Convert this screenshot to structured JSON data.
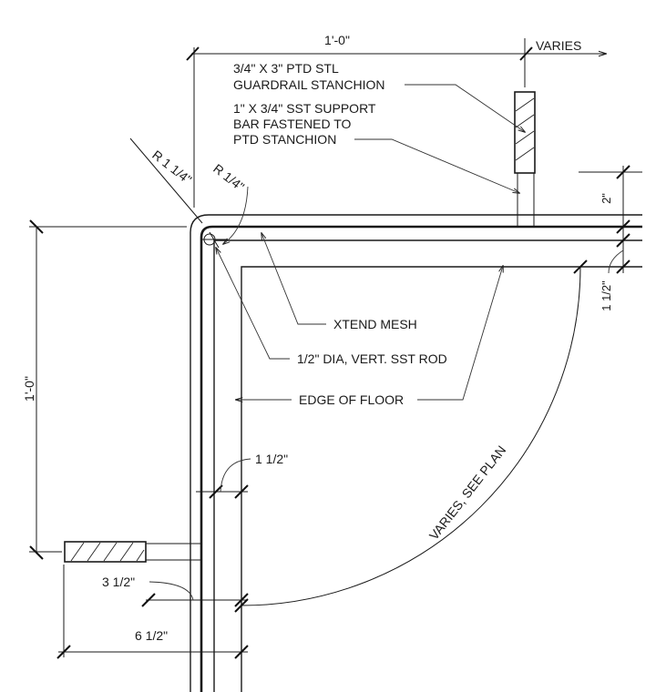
{
  "dimensions": {
    "top_width": "1'-0\"",
    "varies": "VARIES",
    "left_height": "1'-0\"",
    "right_2in": "2\"",
    "right_1_5in": "1 1/2\"",
    "mid_1_5in": "1 1/2\"",
    "bottom_3_5in": "3 1/2\"",
    "bottom_6_5in": "6 1/2\"",
    "radius_outer": "R 1 1/4\"",
    "radius_inner": "R 1/4\"",
    "arc_label": "VARIES, SEE PLAN"
  },
  "callouts": {
    "stanchion_1": "3/4\" X 3\" PTD STL",
    "stanchion_2": "GUARDRAIL STANCHION",
    "support_1": "1\" X 3/4\" SST SUPPORT",
    "support_2": "BAR FASTENED TO",
    "support_3": "PTD STANCHION",
    "mesh": "XTEND MESH",
    "rod": "1/2\" DIA, VERT.  SST ROD",
    "floor_edge": "EDGE OF FLOOR"
  }
}
